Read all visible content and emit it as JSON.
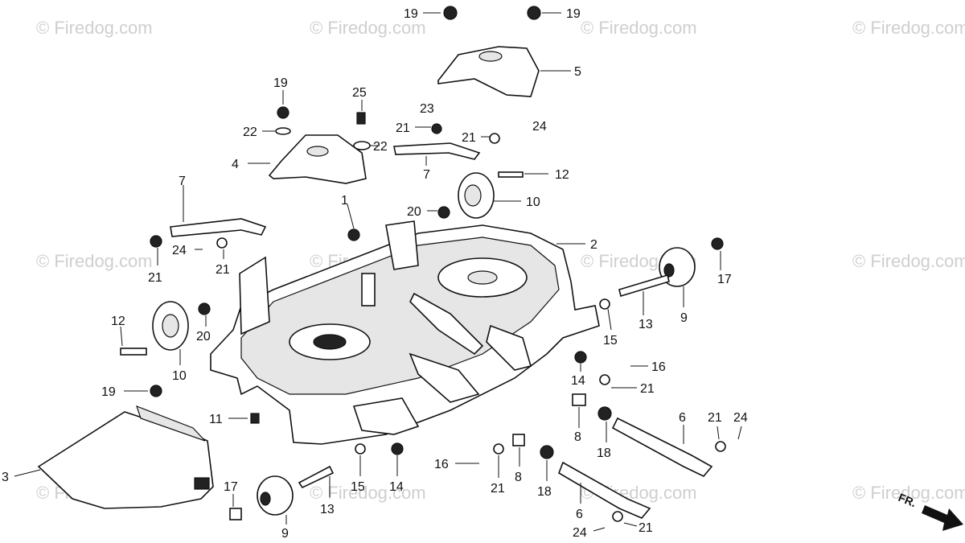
{
  "watermark": "© Firedog.com",
  "direction_label": "FR.",
  "callouts": [
    "19",
    "19",
    "5",
    "19",
    "25",
    "22",
    "23",
    "21",
    "21",
    "24",
    "22",
    "4",
    "7",
    "12",
    "7",
    "10",
    "20",
    "1",
    "2",
    "17",
    "21",
    "24",
    "21",
    "13",
    "9",
    "12",
    "20",
    "15",
    "10",
    "14",
    "16",
    "19",
    "21",
    "11",
    "6",
    "21",
    "24",
    "8",
    "18",
    "3",
    "17",
    "15",
    "14",
    "16",
    "21",
    "8",
    "18",
    "13",
    "9",
    "6",
    "24",
    "21"
  ]
}
